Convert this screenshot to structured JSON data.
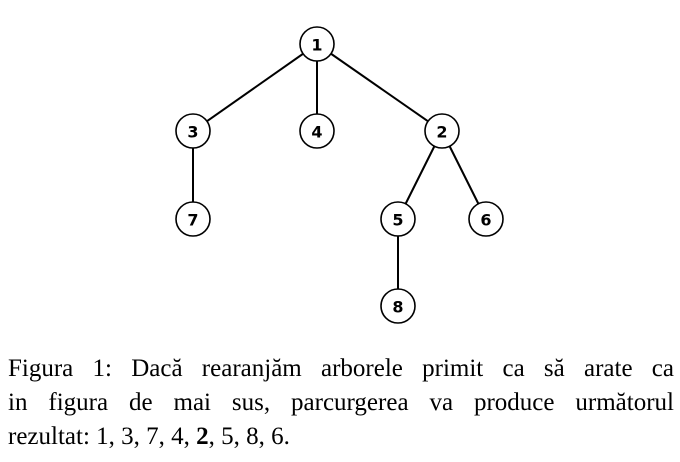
{
  "diagram": {
    "nodes": [
      {
        "id": "1",
        "label": "1"
      },
      {
        "id": "3",
        "label": "3"
      },
      {
        "id": "4",
        "label": "4"
      },
      {
        "id": "2",
        "label": "2"
      },
      {
        "id": "7",
        "label": "7"
      },
      {
        "id": "5",
        "label": "5"
      },
      {
        "id": "6",
        "label": "6"
      },
      {
        "id": "8",
        "label": "8"
      }
    ],
    "edges": [
      {
        "from": "1",
        "to": "3"
      },
      {
        "from": "1",
        "to": "4"
      },
      {
        "from": "1",
        "to": "2"
      },
      {
        "from": "3",
        "to": "7"
      },
      {
        "from": "2",
        "to": "5"
      },
      {
        "from": "2",
        "to": "6"
      },
      {
        "from": "5",
        "to": "8"
      }
    ]
  },
  "caption": {
    "line1": "Figura 1: Dacă rearanjăm arborele primit ca să arate ca",
    "line2": "in figura de mai sus, parcurgerea va produce următorul",
    "line3_prefix": "rezultat: ",
    "sequence": [
      "1",
      "3",
      "7",
      "4",
      "2",
      "5",
      "8",
      "6"
    ],
    "bold_item": "2",
    "separator": ", ",
    "terminator": "."
  }
}
